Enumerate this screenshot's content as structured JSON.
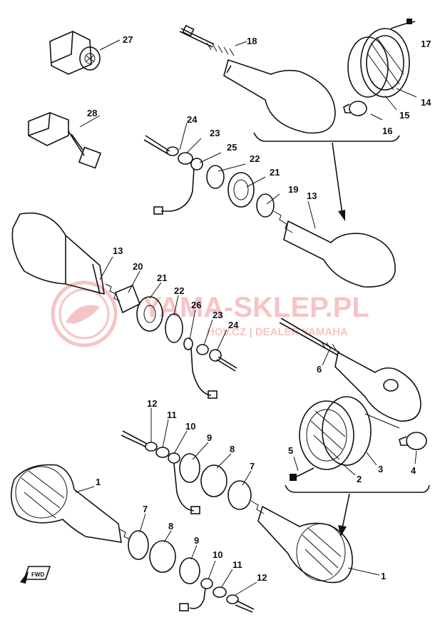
{
  "watermark": {
    "brand": "YAMA-SKLEP.PL",
    "tagline": "HOV.CZ | DEALER YAMAHA",
    "color": "#e03030"
  },
  "front_indicator": "FWD",
  "labels": {
    "p27": "27",
    "p28": "28",
    "p18": "18",
    "p17": "17",
    "p14": "14",
    "p15": "15",
    "p16": "16",
    "p24a": "24",
    "p23a": "23",
    "p25": "25",
    "p22a": "22",
    "p21a": "21",
    "p19": "19",
    "p13a": "13",
    "p13b": "13",
    "p20": "20",
    "p21b": "21",
    "p22b": "22",
    "p26": "26",
    "p23b": "23",
    "p24b": "24",
    "p6": "6",
    "p5": "5",
    "p2": "2",
    "p3": "3",
    "p4": "4",
    "p12a": "12",
    "p11a": "11",
    "p10a": "10",
    "p9a": "9",
    "p8a": "8",
    "p7a": "7",
    "p1a": "1",
    "p7b": "7",
    "p8b": "8",
    "p9b": "9",
    "p10b": "10",
    "p11b": "11",
    "p12b": "12",
    "p1b": "1"
  }
}
